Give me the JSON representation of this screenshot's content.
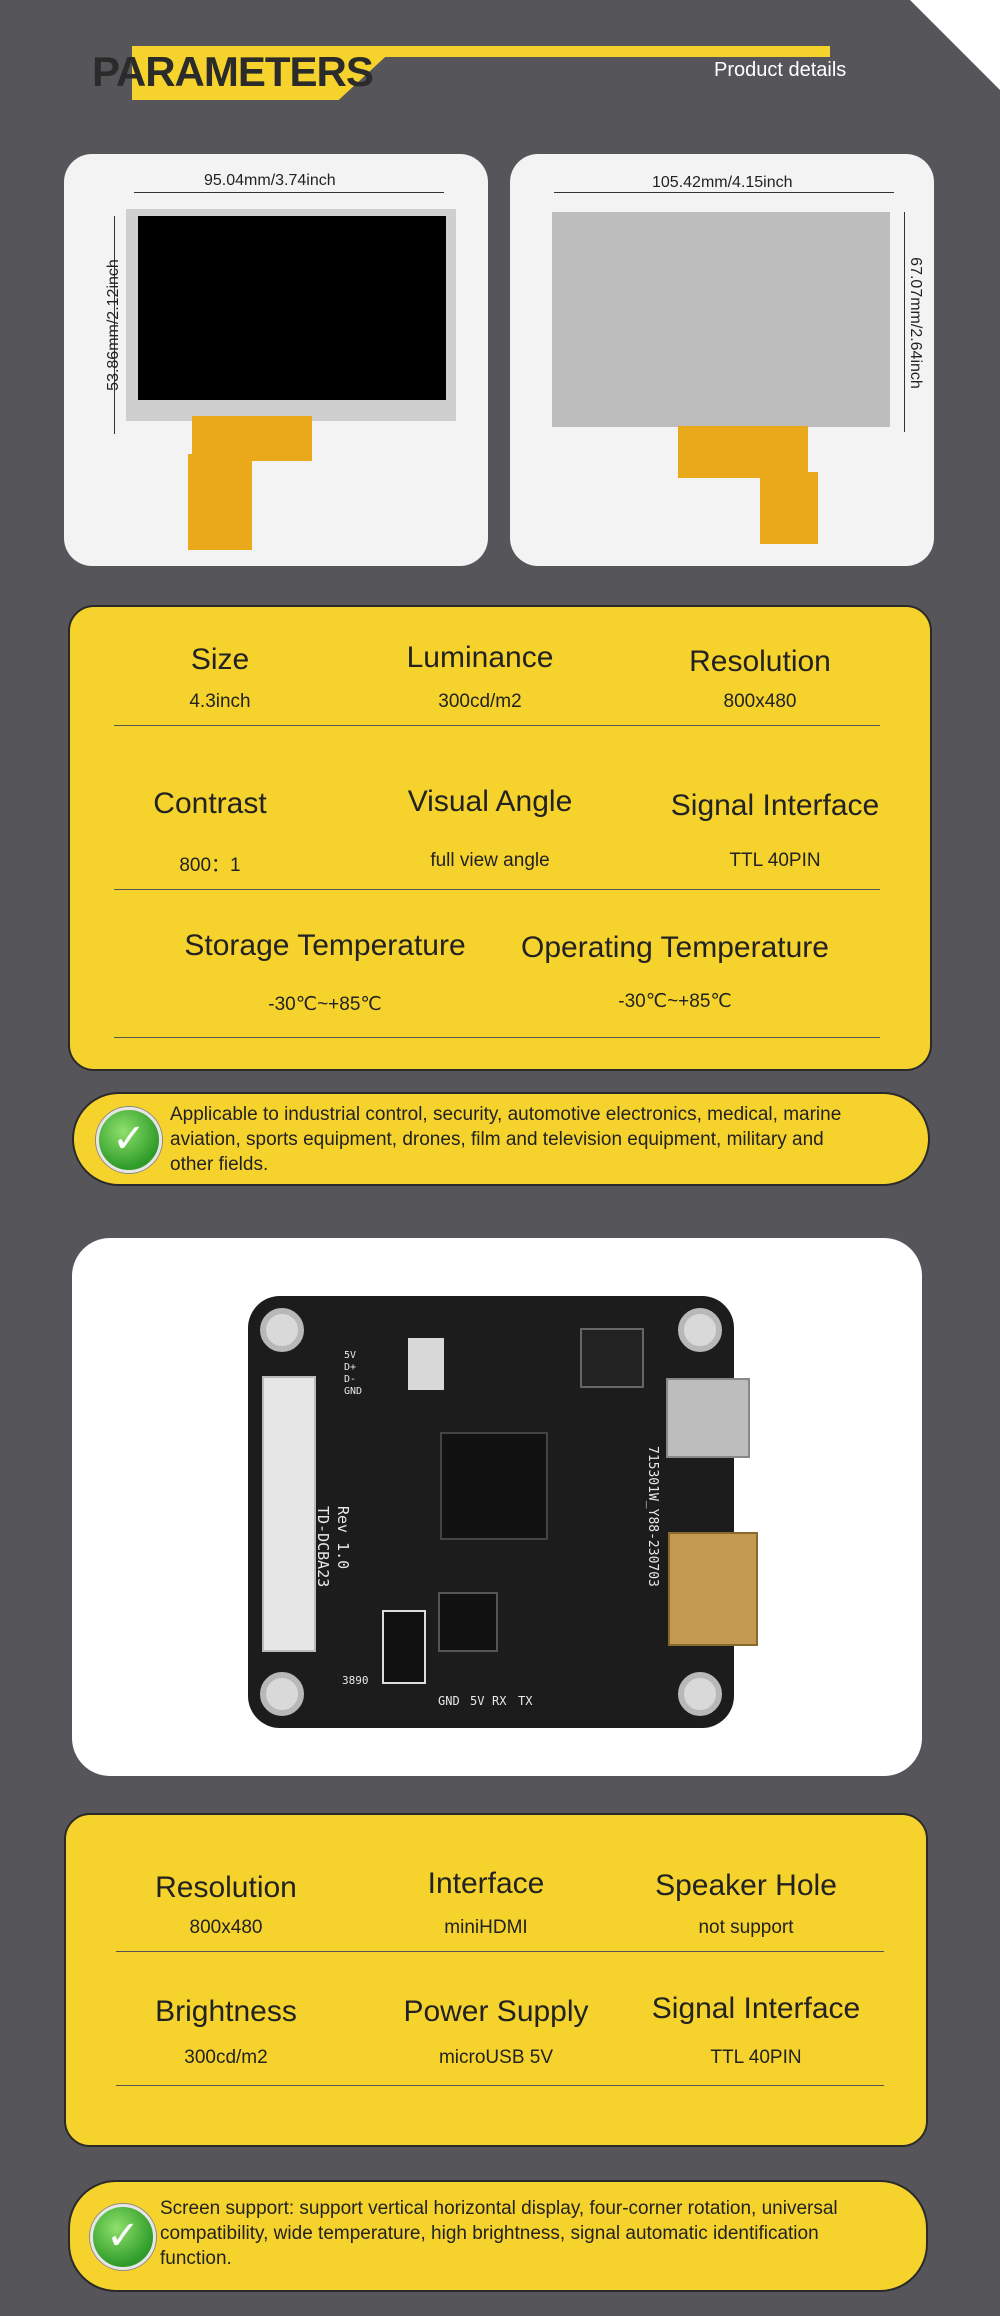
{
  "header": {
    "title": "PARAMETERS",
    "subtitle": "Product details"
  },
  "photos": {
    "front": {
      "width_label": "95.04mm/3.74inch",
      "height_label": "53.86mm/2.12inch"
    },
    "back": {
      "width_label": "105.42mm/4.15inch",
      "height_label": "67.07mm/2.64inch"
    }
  },
  "specs1": {
    "size": {
      "title": "Size",
      "value": "4.3inch"
    },
    "luminance": {
      "title": "Luminance",
      "value": "300cd/m2"
    },
    "resolution": {
      "title": "Resolution",
      "value": "800x480"
    },
    "contrast": {
      "title": "Contrast",
      "value": "800：1"
    },
    "visual_angle": {
      "title": "Visual Angle",
      "value": "full view angle"
    },
    "signal_interface": {
      "title": "Signal Interface",
      "value": "TTL 40PIN"
    },
    "storage_temp": {
      "title": "Storage Temperature",
      "value": "-30℃~+85℃"
    },
    "operating_temp": {
      "title": "Operating Temperature",
      "value": "-30℃~+85℃"
    }
  },
  "note1": "Applicable to industrial control, security, automotive electronics, medical, marine aviation, sports equipment, drones, film and television equipment, military and other fields.",
  "board": {
    "silk_model": "TD-DCBA23",
    "silk_rev": "Rev 1.0",
    "silk_code": "715301W_Y88-230703",
    "pins": [
      "GND",
      "5V",
      "RX",
      "TX"
    ],
    "power_pins": [
      "5V",
      "D+",
      "D-",
      "GND"
    ],
    "small_code": "3890"
  },
  "specs2": {
    "resolution": {
      "title": "Resolution",
      "value": "800x480"
    },
    "interface": {
      "title": "Interface",
      "value": "miniHDMI"
    },
    "speaker": {
      "title": "Speaker Hole",
      "value": "not support"
    },
    "brightness": {
      "title": "Brightness",
      "value": "300cd/m2"
    },
    "power": {
      "title": "Power Supply",
      "value": "microUSB 5V"
    },
    "signal_interface": {
      "title": "Signal Interface",
      "value": "TTL 40PIN"
    }
  },
  "note2": "Screen support: support vertical horizontal display, four-corner rotation, universal compatibility, wide temperature, high brightness, signal automatic identification function.",
  "colors": {
    "background": "#56565a",
    "accent": "#f6d32c",
    "check": "#2f9c2a"
  },
  "icons": [
    "check-icon"
  ]
}
